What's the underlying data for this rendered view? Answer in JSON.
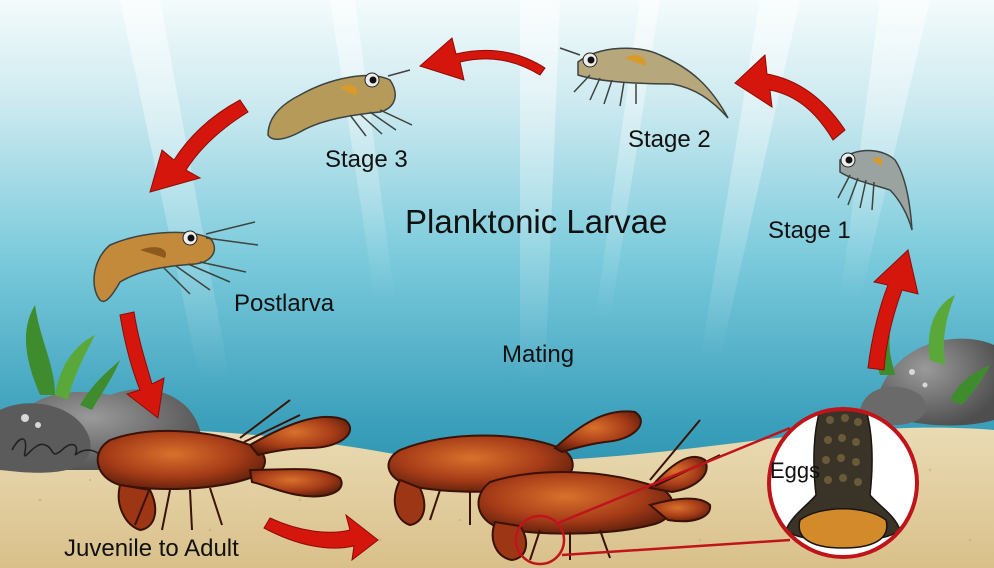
{
  "labels": {
    "title": "Planktonic Larvae",
    "stage1": "Stage 1",
    "stage2": "Stage 2",
    "stage3": "Stage 3",
    "postlarva": "Postlarva",
    "mating": "Mating",
    "eggs": "Eggs",
    "juvenile": "Juvenile to Adult"
  },
  "colors": {
    "water_top": "#e9f6f8",
    "water_mid": "#52b7cf",
    "water_bottom": "#1b7f9a",
    "sand": "#e6d3a7",
    "arrow": "#d4160c",
    "lobster": "#b5491e",
    "lobster_dark": "#6b2410",
    "larva": "#9aa3a0",
    "rock": "#6d6d6d",
    "seaweed": "#3f8c2e",
    "egg_ring": "#c0141b"
  }
}
